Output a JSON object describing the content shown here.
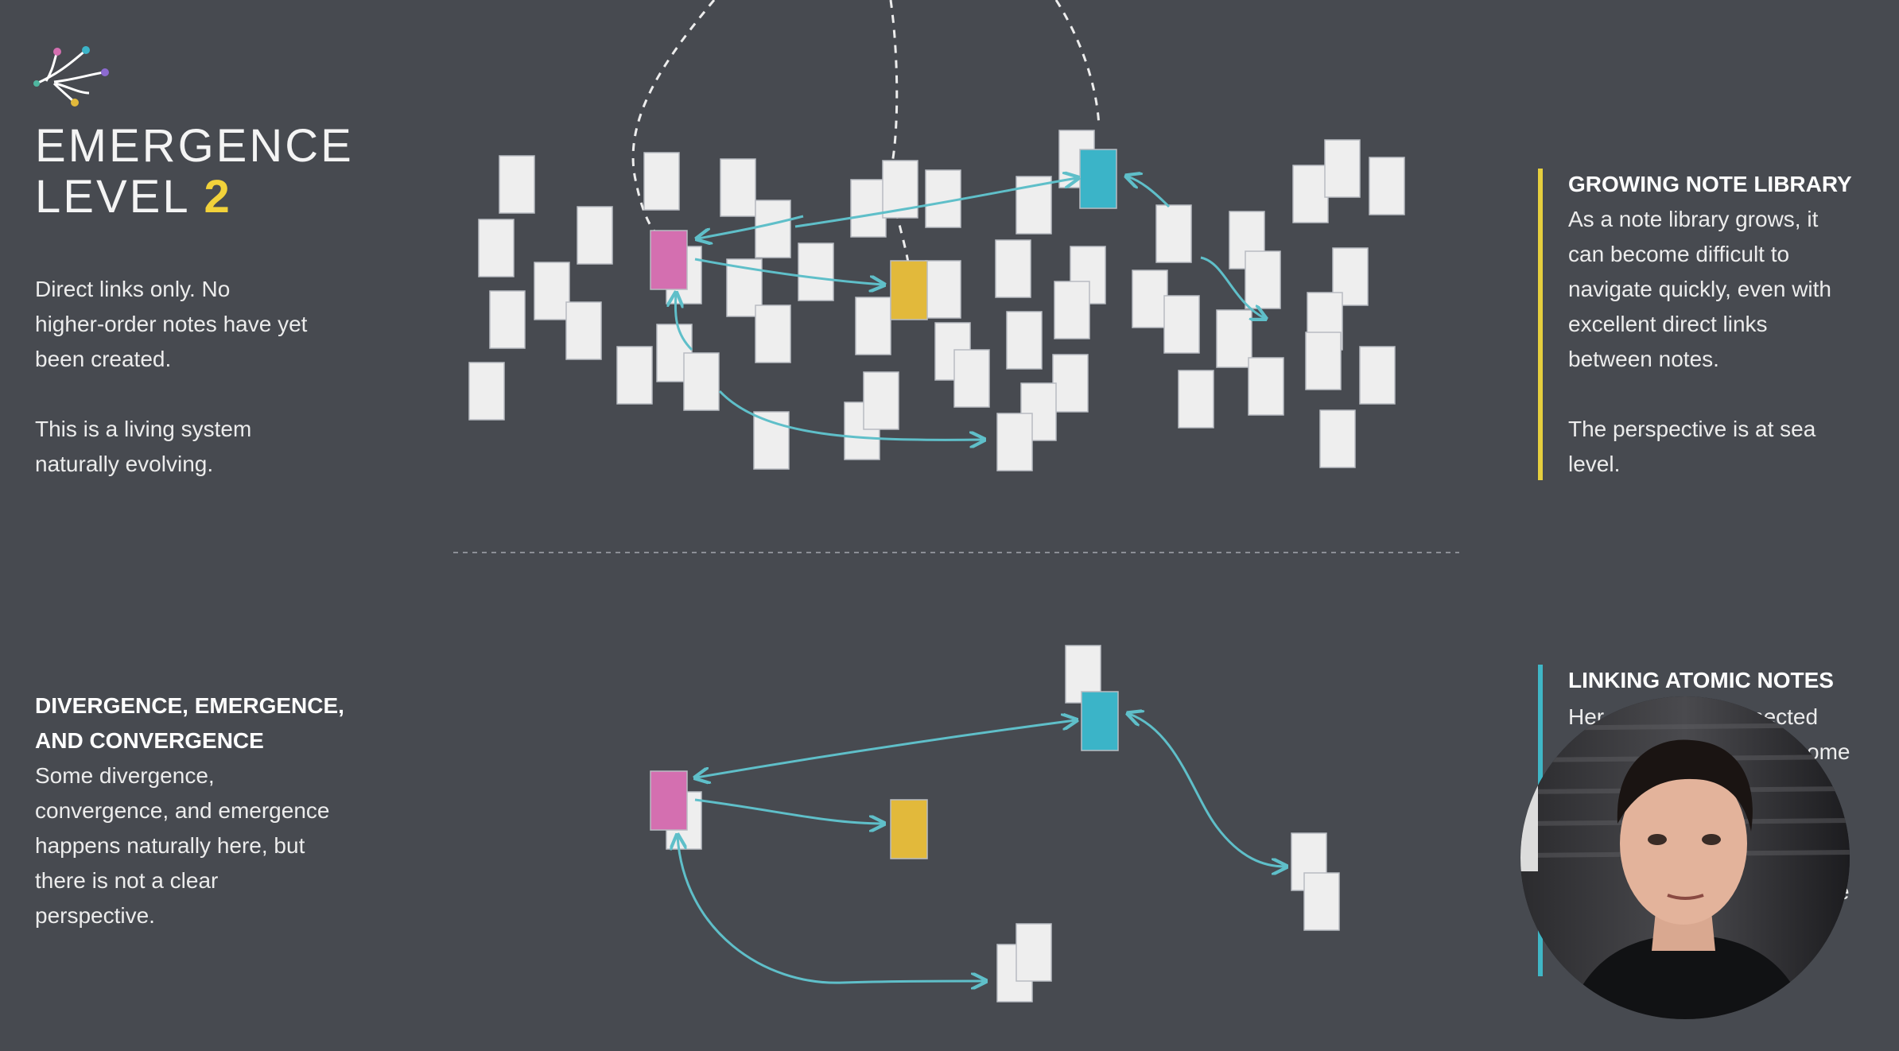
{
  "title": {
    "line1": "EMERGENCE",
    "line2_word": "LEVEL",
    "line2_number": "2"
  },
  "intro": {
    "paragraph1": [
      "Direct links only. No",
      "higher-order notes have yet",
      "been created."
    ],
    "paragraph2": [
      "This is a living system",
      "naturally evolving."
    ]
  },
  "top_panel": {
    "heading": "GROWING NOTE LIBRARY",
    "lines": [
      "As a note library grows, it",
      "can become difficult to",
      "navigate quickly, even with",
      "excellent direct links",
      "between notes."
    ],
    "lines2": [
      "The perspective is at sea",
      "level."
    ]
  },
  "bottom_left": {
    "heading": [
      "DIVERGENCE, EMERGENCE,",
      "AND CONVERGENCE"
    ],
    "lines": [
      "Some divergence,",
      "convergence, and emergence",
      "happens naturally here, but",
      "there is not a clear",
      "perspective."
    ]
  },
  "bottom_panel": {
    "heading": "LINKING ATOMIC NOTES",
    "fragments": [
      "Her",
      "nected",
      "come",
      "e"
    ]
  },
  "colors": {
    "background": "#474a50",
    "pink": "#d46fb0",
    "yellow": "#e2b93b",
    "teal": "#3bb4c8",
    "link": "#5fbfc9",
    "accent_bar_top": "#e6cf3e",
    "accent_bar_bottom": "#3fb6c6"
  },
  "icons": {
    "logo": "branching-network-icon",
    "presenter": "presenter-video"
  }
}
